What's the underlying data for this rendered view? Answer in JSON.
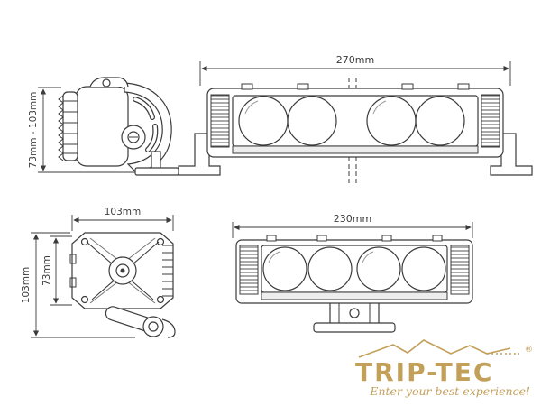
{
  "colors": {
    "line": "#3b3b3b",
    "line_soft": "#6a6a6a",
    "accent": "#c2a05a",
    "background": "#ffffff"
  },
  "dimensions": {
    "top_front_width": "270mm",
    "bottom_front_width": "230mm",
    "top_side_height_range": "73mm - 103mm",
    "bottom_side_width": "103mm",
    "bottom_side_height_total": "103mm",
    "bottom_side_height_body": "73mm"
  },
  "logo": {
    "brand": "TRIP-TEC",
    "registered": "®",
    "tagline": "Enter your best experience!"
  }
}
